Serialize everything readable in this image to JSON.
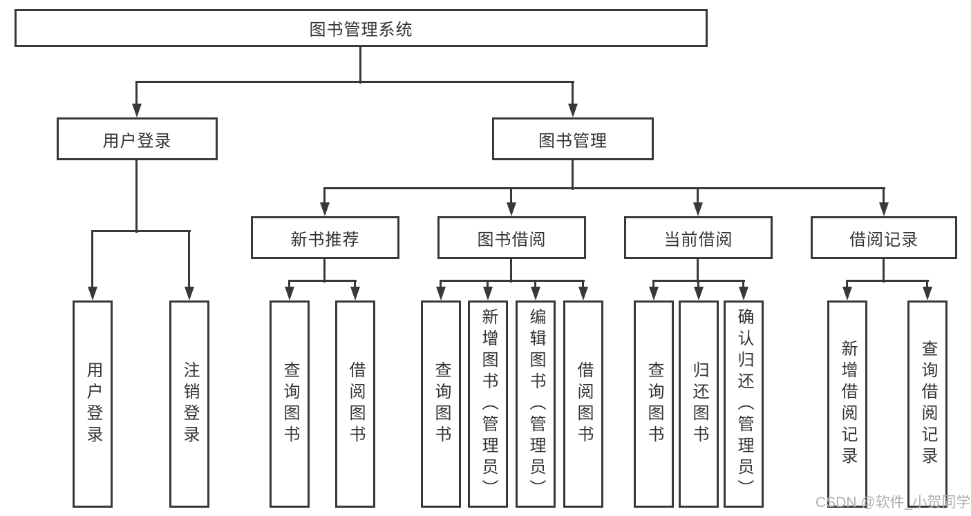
{
  "tree": {
    "root": {
      "label": "图书管理系统"
    },
    "level2": [
      {
        "label": "用户登录",
        "children": [
          {
            "label": "用户登录"
          },
          {
            "label": "注销登录"
          }
        ]
      },
      {
        "label": "图书管理",
        "children": [
          {
            "label": "新书推荐",
            "children": [
              {
                "label": "查询图书"
              },
              {
                "label": "借阅图书"
              }
            ]
          },
          {
            "label": "图书借阅",
            "children": [
              {
                "label": "查询图书"
              },
              {
                "label": "新增图书（管理员）"
              },
              {
                "label": "编辑图书（管理员）"
              },
              {
                "label": "借阅图书"
              }
            ]
          },
          {
            "label": "当前借阅",
            "children": [
              {
                "label": "查询图书"
              },
              {
                "label": "归还图书"
              },
              {
                "label": "确认归还（管理员）"
              }
            ]
          },
          {
            "label": "借阅记录",
            "children": [
              {
                "label": "新增借阅记录"
              },
              {
                "label": "查询借阅记录"
              }
            ]
          }
        ]
      }
    ]
  },
  "watermark": "CSDN @软件_小贺同学",
  "colors": {
    "line": "#383838",
    "text": "#333333",
    "box_background": "#ffffff",
    "watermark": "#b0b0b0"
  }
}
